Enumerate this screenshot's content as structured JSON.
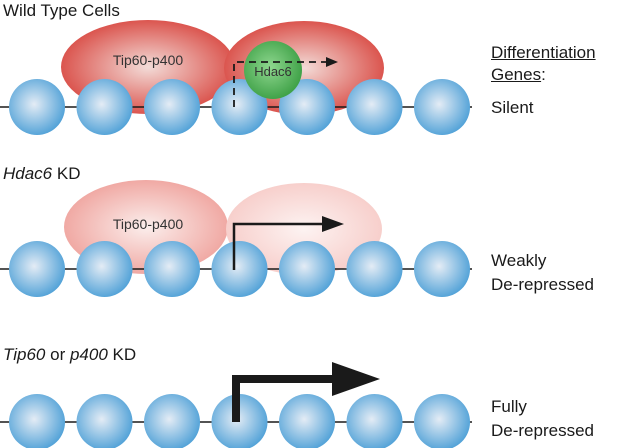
{
  "panels": [
    {
      "id": "wild-type",
      "title": "Wild Type Cells",
      "complex_label": "Tip60-p400",
      "hdac_label": "Hdac6",
      "status_heading_line1": "Differentiation",
      "status_heading_line2": "Genes",
      "status_heading_colon": ":",
      "status": [
        "Silent"
      ],
      "transcription_arrow": "dashed"
    },
    {
      "id": "hdac6-kd",
      "title_italic": "Hdac6",
      "title_rest": " KD",
      "complex_label": "Tip60-p400",
      "status": [
        "Weakly",
        "De-repressed"
      ],
      "transcription_arrow": "thin"
    },
    {
      "id": "tip60-p400-kd",
      "title_italic_1": "Tip60",
      "title_mid": " or ",
      "title_italic_2": "p400",
      "title_rest": " KD",
      "status": [
        "Fully",
        "De-repressed"
      ],
      "transcription_arrow": "thick"
    }
  ],
  "nucleosomes_per_row": 7,
  "colors": {
    "nucleosome_center": "#dfe9f3",
    "nucleosome_edge": "#4a9ed6",
    "complex_strong": "#d8403a",
    "complex_weak": "#f2b8b2",
    "hdac6": "#4caf50",
    "dna": "#1a1a1a"
  }
}
